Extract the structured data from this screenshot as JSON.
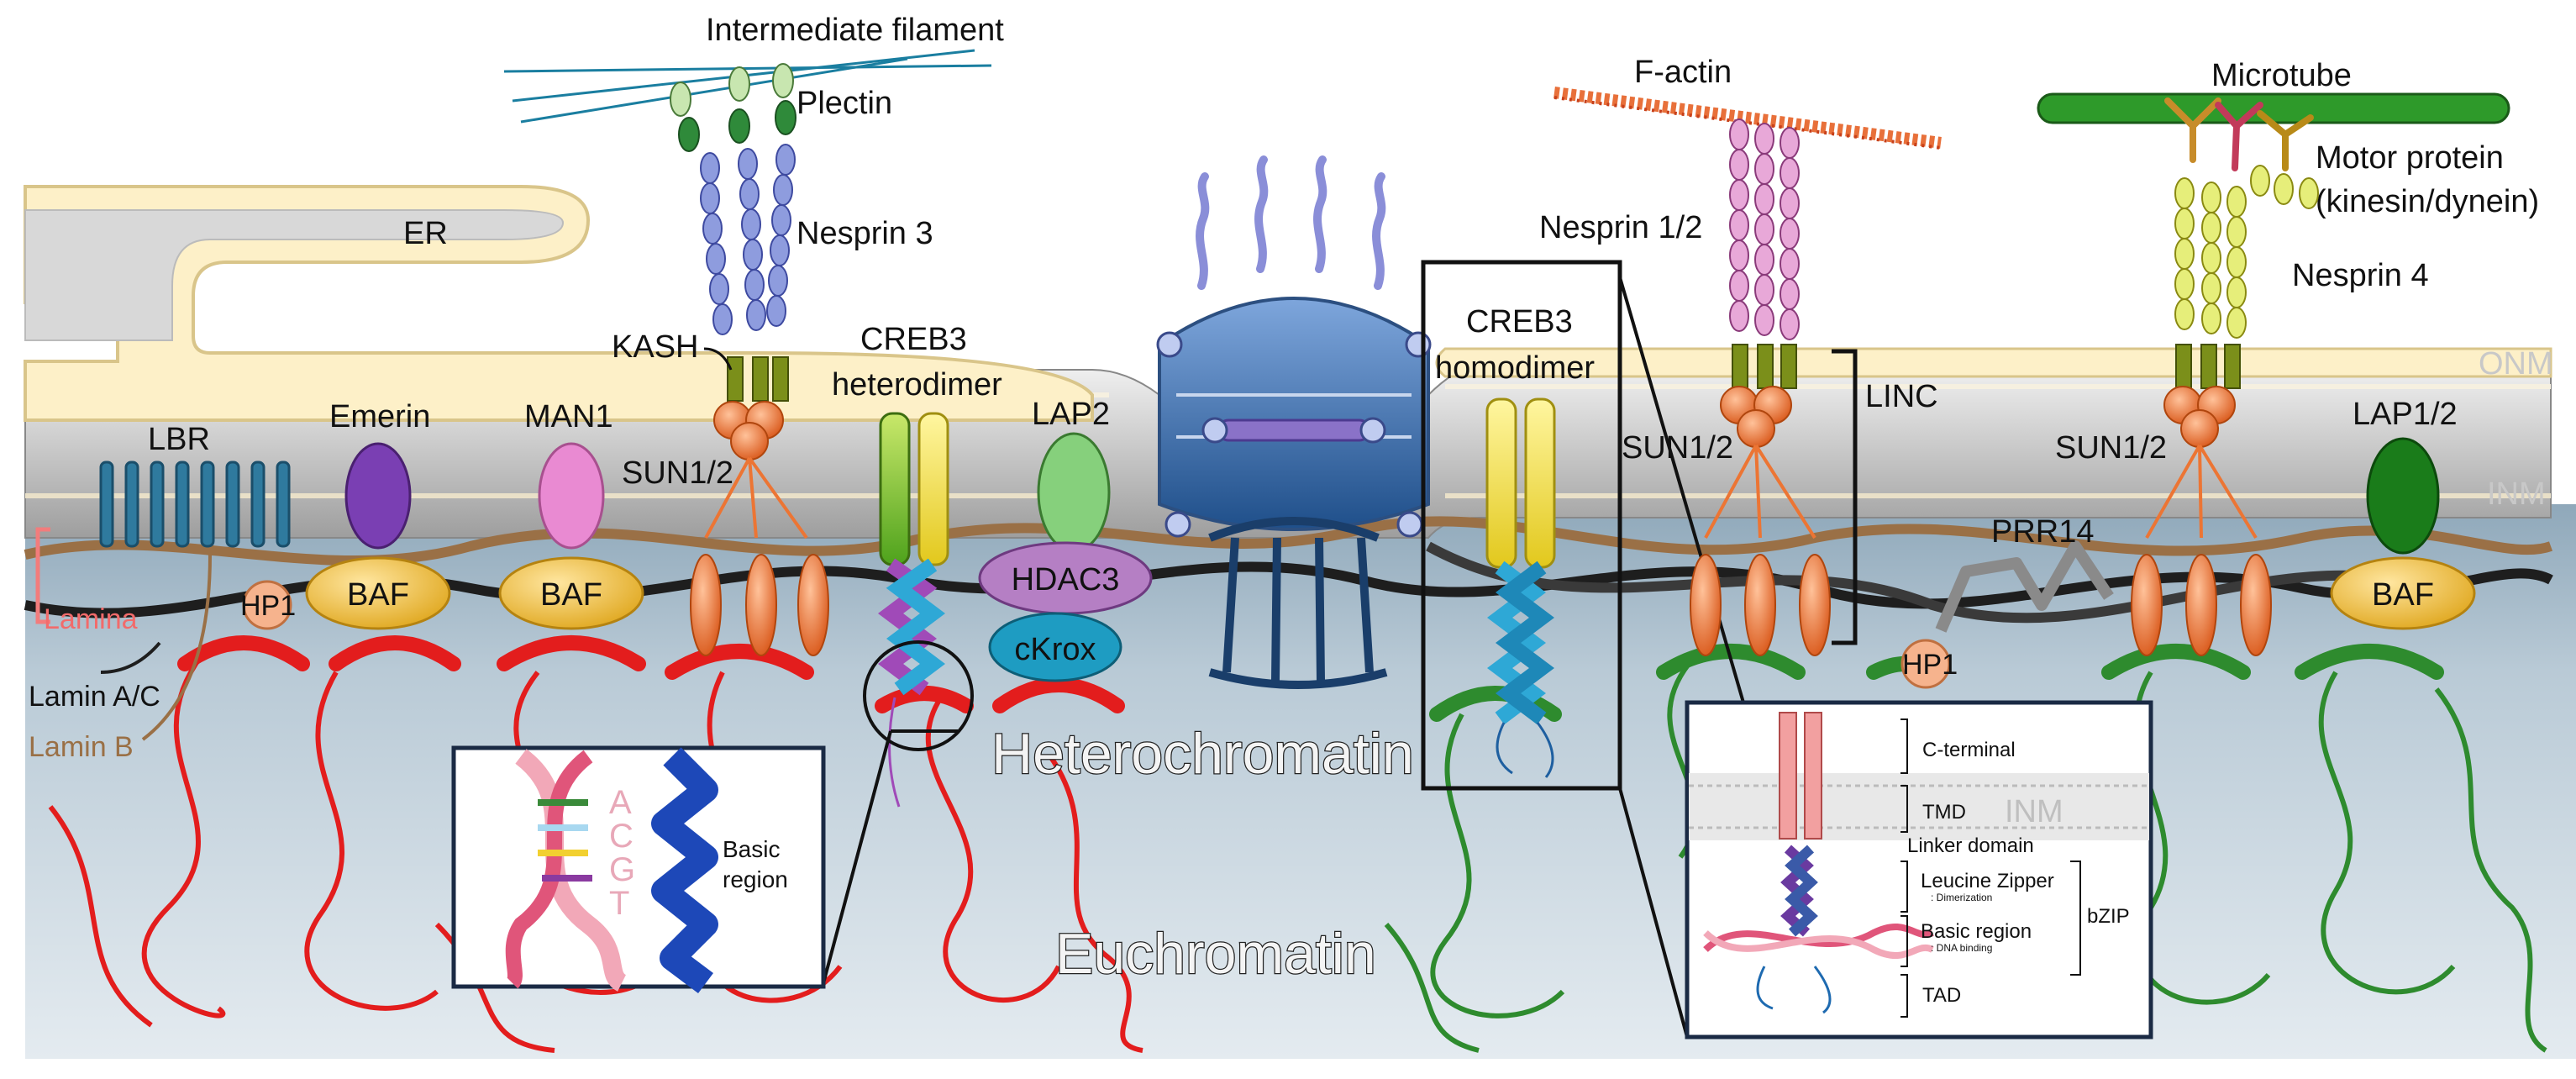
{
  "labels": {
    "er": "ER",
    "intermediate_filament": "Intermediate filament",
    "plectin": "Plectin",
    "nesprin3": "Nesprin 3",
    "kash": "KASH",
    "creb3_heterodimer_line1": "CREB3",
    "creb3_heterodimer_line2": "heterodimer",
    "creb3_homodimer_line1": "CREB3",
    "creb3_homodimer_line2": "homodimer",
    "f_actin": "F-actin",
    "nesprin12": "Nesprin 1/2",
    "microtube": "Microtube",
    "motor_protein_line1": "Motor protein",
    "motor_protein_line2": "(kinesin/dynein)",
    "nesprin4": "Nesprin 4",
    "onm": "ONM",
    "inm": "INM",
    "linc": "LINC",
    "lbr": "LBR",
    "emerin": "Emerin",
    "man1": "MAN1",
    "lap2": "LAP2",
    "sun12_left": "SUN1/2",
    "sun12_mid": "SUN1/2",
    "sun12_right": "SUN1/2",
    "lap12": "LAP1/2",
    "prr14": "PRR14",
    "hp1_left": "HP1",
    "hp1_right": "HP1",
    "baf_1": "BAF",
    "baf_2": "BAF",
    "baf_3": "BAF",
    "hdac3": "HDAC3",
    "ckrox": "cKrox",
    "lamina": "Lamina",
    "lamin_ac": "Lamin A/C",
    "lamin_b": "Lamin B",
    "heterochromatin": "Heterochromatin",
    "euchromatin": "Euchromatin"
  },
  "inset_left": {
    "bases": [
      "A",
      "C",
      "G",
      "T"
    ],
    "basic_region_line1": "Basic",
    "basic_region_line2": "region"
  },
  "inset_right": {
    "c_terminal": "C-terminal",
    "tmd": "TMD",
    "inm": "INM",
    "linker": "Linker domain",
    "leucine_zipper": "Leucine Zipper",
    "dimerization": ": Dimerization",
    "basic_region": "Basic region",
    "dna_binding": ": DNA binding",
    "bzip": "bZIP",
    "tad": "TAD"
  },
  "colors": {
    "nucleoplasm": "#c7d5de",
    "membrane": "#cfcfcf",
    "er_fill": "#fdf0c8",
    "heterochromatin": "#e31d1d",
    "euchromatin_green": "#2e8b2e",
    "lamin_ac": "#1e1e1e",
    "lamin_b": "#9a7046",
    "sun": "#ec7534",
    "nesprin3": "#8e9cde",
    "nesprin12": "#e8a8d8",
    "nesprin4": "#e6ee7a",
    "baf": "#f2bf3c",
    "emerin": "#7a3fb3",
    "man1": "#e98ad2",
    "lap2": "#86d07c",
    "lap12": "#1a7c1a",
    "hdac3": "#b57fc4",
    "ckrox": "#1e9cc2",
    "lbr": "#2f7a9e",
    "npc": "#5a84c4"
  }
}
